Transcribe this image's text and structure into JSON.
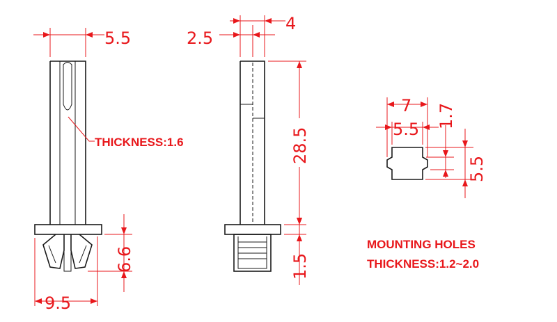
{
  "colors": {
    "dimension": "#e8171b",
    "outline": "#1a1a1a",
    "background": "#ffffff"
  },
  "front_view": {
    "top_width": "5.5",
    "thickness_note": "THICKNESS:1.6",
    "clip_height": "6.6",
    "base_width": "9.5"
  },
  "side_view": {
    "top_width": "2.5",
    "top_gap": "4",
    "shaft_length": "28.5",
    "flange_thickness": "1.5"
  },
  "hole_view": {
    "overall_width": "7",
    "inner_width": "5.5",
    "notch": "1.7",
    "height": "5.5"
  },
  "notes": {
    "line1": "MOUNTING HOLES",
    "line2": "THICKNESS:1.2~2.0"
  }
}
